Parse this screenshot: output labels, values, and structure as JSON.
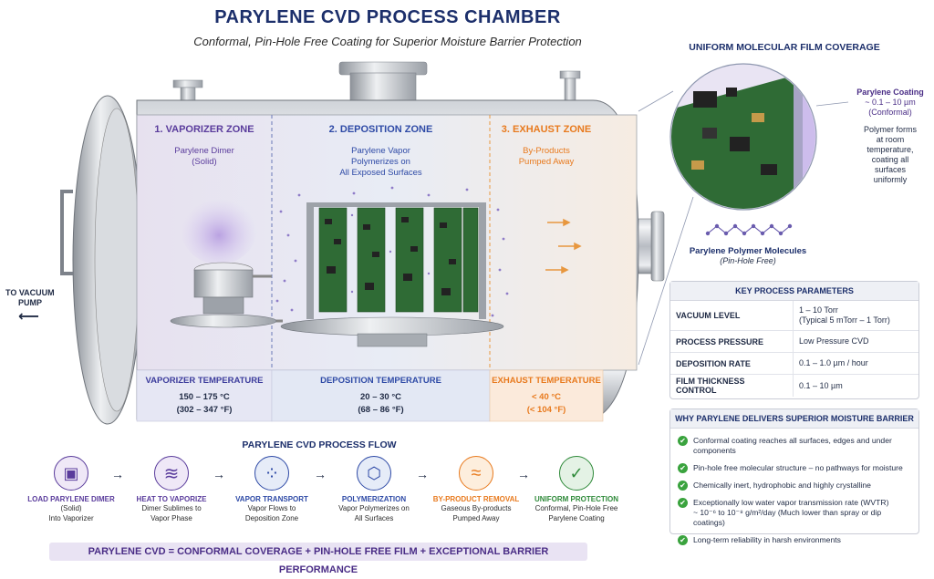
{
  "header": {
    "title": "PARYLENE CVD PROCESS CHAMBER",
    "subtitle": "Conformal, Pin-Hole Free Coating for Superior Moisture Barrier Protection"
  },
  "zones": [
    {
      "title": "1. VAPORIZER ZONE",
      "line1": "Parylene Dimer",
      "line2": "(Solid)",
      "line3": "",
      "color": "#5a3c9c"
    },
    {
      "title": "2. DEPOSITION ZONE",
      "line1": "Parylene Vapor",
      "line2": "Polymerizes on",
      "line3": "All Exposed Surfaces",
      "color": "#2e4aa6"
    },
    {
      "title": "3. EXHAUST ZONE",
      "line1": "By-Products",
      "line2": "Pumped Away",
      "line3": "",
      "color": "#e87a1e"
    }
  ],
  "temperatures": [
    {
      "label": "VAPORIZER TEMPERATURE",
      "value1": "150 – 175 °C",
      "value2": "(302 – 347 °F)",
      "color": "#3c3c9c"
    },
    {
      "label": "DEPOSITION TEMPERATURE",
      "value1": "20 – 30 °C",
      "value2": "(68 – 86 °F)",
      "color": "#2e4aa6"
    },
    {
      "label": "EXHAUST TEMPERATURE",
      "value1": "< 40 °C",
      "value2": "(< 104 °F)",
      "color": "#e87a1e"
    }
  ],
  "pump": {
    "label_line1": "TO VACUUM",
    "label_line2": "PUMP",
    "arrow": "⟵"
  },
  "coverage": {
    "title": "UNIFORM MOLECULAR FILM COVERAGE",
    "coating_label": "Parylene Coating",
    "coating_thickness": "~ 0.1 – 10 µm",
    "coating_note": "(Conformal)",
    "desc": "Polymer forms at room temperature, coating all surfaces uniformly",
    "molecules_label": "Parylene Polymer Molecules",
    "molecules_note": "(Pin-Hole Free)"
  },
  "parameters": {
    "title": "KEY PROCESS PARAMETERS",
    "rows": [
      {
        "key": "VACUUM LEVEL",
        "value": "1 – 10 Torr",
        "value2": "(Typical 5 mTorr – 1 Torr)"
      },
      {
        "key": "PROCESS PRESSURE",
        "value": "Low Pressure CVD",
        "value2": ""
      },
      {
        "key": "DEPOSITION RATE",
        "value": "0.1 – 1.0 µm / hour",
        "value2": ""
      },
      {
        "key": "FILM THICKNESS CONTROL",
        "value": "0.1 – 10 µm",
        "value2": ""
      }
    ]
  },
  "why": {
    "title": "WHY PARYLENE DELIVERS SUPERIOR MOISTURE BARRIER",
    "items": [
      {
        "line1": "Conformal coating reaches all surfaces, edges and under components",
        "line2": ""
      },
      {
        "line1": "Pin-hole free molecular structure – no pathways for moisture",
        "line2": ""
      },
      {
        "line1": "Chemically inert, hydrophobic and highly crystalline",
        "line2": ""
      },
      {
        "line1": "Exceptionally low water vapor transmission rate (WVTR)",
        "line2": "~ 10⁻⁶ to 10⁻⁸ g/m²/day (Much lower than spray or dip coatings)"
      },
      {
        "line1": "Long-term reliability in harsh environments",
        "line2": ""
      }
    ],
    "check_glyph": "✔"
  },
  "flow": {
    "title": "PARYLENE CVD PROCESS FLOW",
    "arrow": "→",
    "steps": [
      {
        "title": "LOAD PARYLENE DIMER",
        "line1": "(Solid)",
        "line2": "Into Vaporizer",
        "color": "#5a3c9c",
        "bg": "#efe8f7",
        "icon": "▣"
      },
      {
        "title": "HEAT TO VAPORIZE",
        "line1": "Dimer Sublimes to",
        "line2": "Vapor Phase",
        "color": "#5a3c9c",
        "bg": "#efe8f7",
        "icon": "≋"
      },
      {
        "title": "VAPOR TRANSPORT",
        "line1": "Vapor Flows to",
        "line2": "Deposition Zone",
        "color": "#2e4aa6",
        "bg": "#e6ecf8",
        "icon": "⁘"
      },
      {
        "title": "POLYMERIZATION",
        "line1": "Vapor Polymerizes on",
        "line2": "All Surfaces",
        "color": "#2e4aa6",
        "bg": "#e6ecf8",
        "icon": "⬡"
      },
      {
        "title": "BY-PRODUCT REMOVAL",
        "line1": "Gaseous By-products",
        "line2": "Pumped Away",
        "color": "#e87a1e",
        "bg": "#fdeedd",
        "icon": "≈"
      },
      {
        "title": "UNIFORM PROTECTION",
        "line1": "Conformal, Pin-Hole Free",
        "line2": "Parylene Coating",
        "color": "#2f8a3a",
        "bg": "#e4f2e5",
        "icon": "✓"
      }
    ]
  },
  "banner": {
    "text": "PARYLENE CVD = CONFORMAL COVERAGE + PIN-HOLE FREE FILM + EXCEPTIONAL BARRIER PERFORMANCE"
  }
}
